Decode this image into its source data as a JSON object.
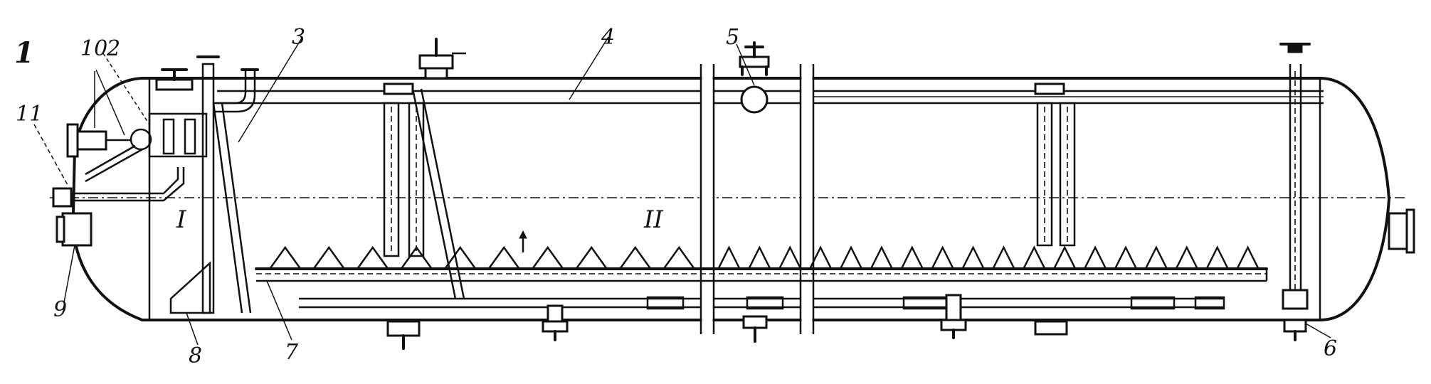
{
  "diagram": {
    "callouts": [
      {
        "id": "1",
        "text": "1"
      },
      {
        "id": "2",
        "text": "2"
      },
      {
        "id": "3",
        "text": "3"
      },
      {
        "id": "4",
        "text": "4"
      },
      {
        "id": "5",
        "text": "5"
      },
      {
        "id": "6",
        "text": "6"
      },
      {
        "id": "7",
        "text": "7"
      },
      {
        "id": "8",
        "text": "8"
      },
      {
        "id": "9",
        "text": "9"
      },
      {
        "id": "10",
        "text": "10"
      },
      {
        "id": "11",
        "text": "11"
      }
    ],
    "zones": [
      {
        "id": "zone-1",
        "text": "I"
      },
      {
        "id": "zone-2",
        "text": "II"
      }
    ],
    "teeth_left_count": 10,
    "teeth_right_count": 18
  }
}
